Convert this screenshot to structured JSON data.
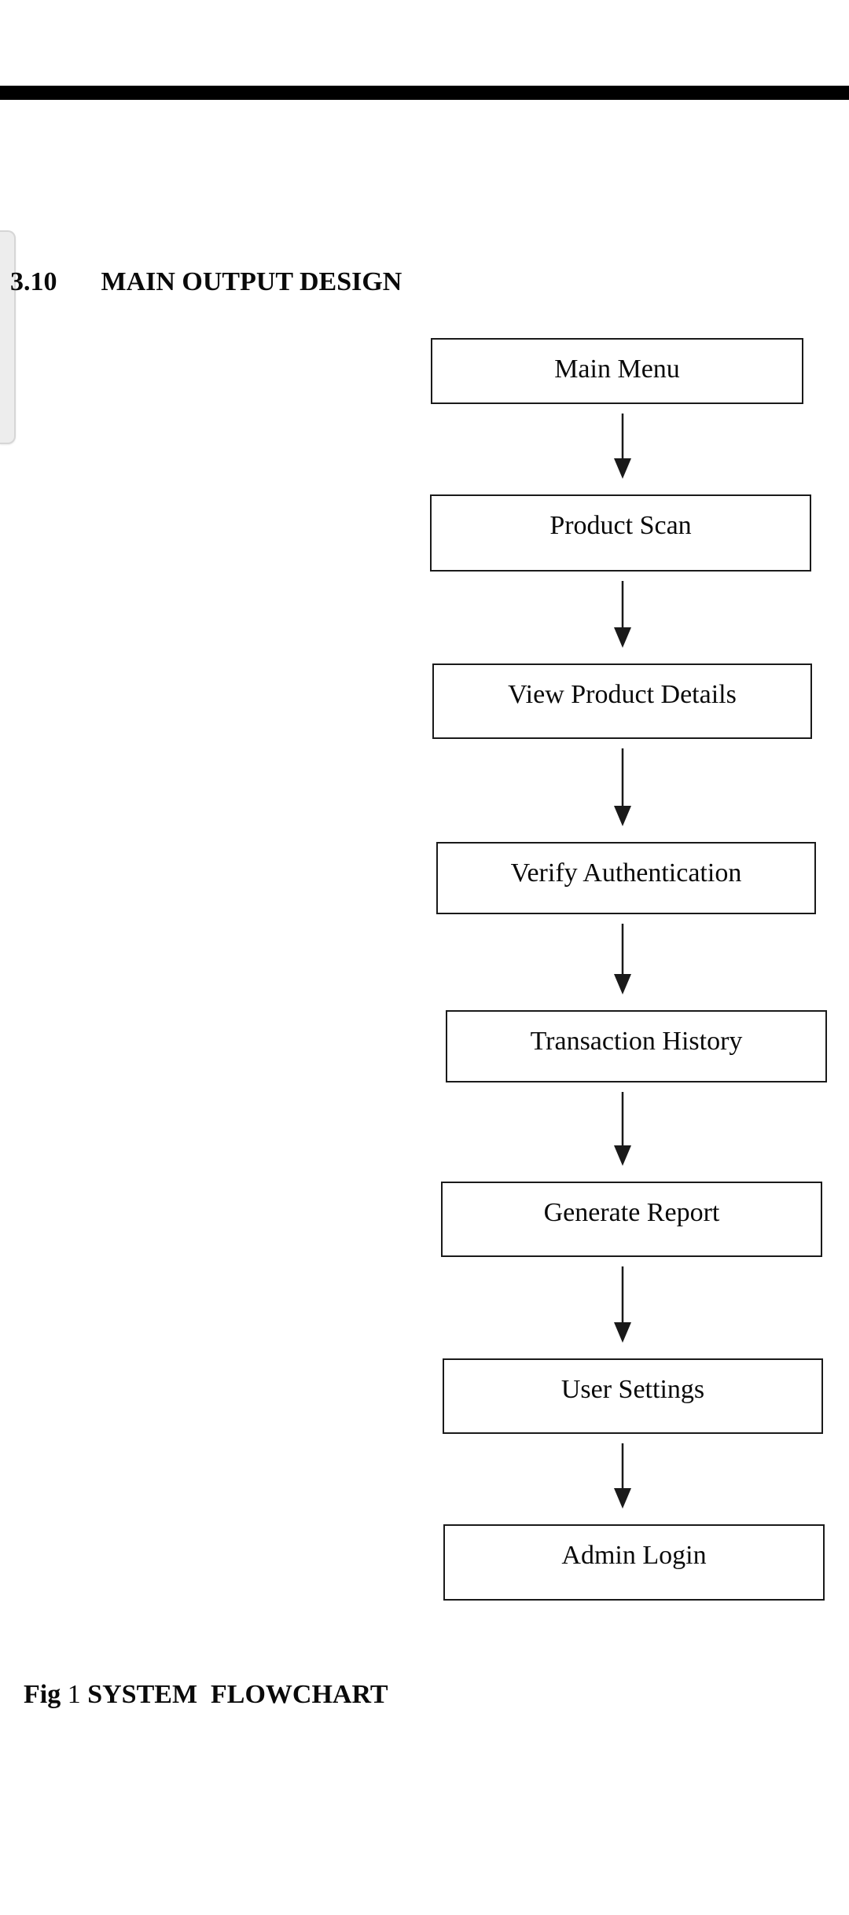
{
  "screen": {
    "background": "#ffffff"
  },
  "top_bar": {
    "color": "#000000"
  },
  "side_tab": {
    "fill": "#ededed",
    "border_color": "#d6d6d6"
  },
  "heading": {
    "section_number": "3.10",
    "section_title": "MAIN OUTPUT DESIGN"
  },
  "flowchart": {
    "type": "flowchart",
    "direction": "top-down",
    "box_border_color": "#1a1a1a",
    "arrow_color": "#1a1a1a",
    "text_color": "#0a0a0a",
    "nodes": [
      {
        "id": "main-menu",
        "label": "Main Menu"
      },
      {
        "id": "product-scan",
        "label": "Product Scan"
      },
      {
        "id": "view-product-details",
        "label": "View Product Details"
      },
      {
        "id": "verify-authentication",
        "label": "Verify Authentication"
      },
      {
        "id": "transaction-history",
        "label": "Transaction History"
      },
      {
        "id": "generate-report",
        "label": "Generate Report"
      },
      {
        "id": "user-settings",
        "label": "User Settings"
      },
      {
        "id": "admin-login",
        "label": "Admin Login"
      }
    ]
  },
  "caption": {
    "prefix": "Fig",
    "number": "1",
    "title": "SYSTEM  FLOWCHART"
  }
}
